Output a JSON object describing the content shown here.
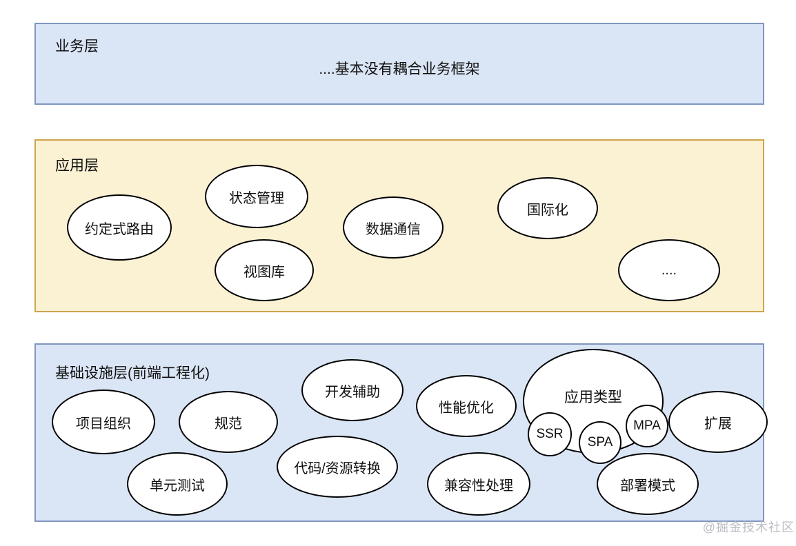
{
  "canvas": {
    "watermark": "@掘金技术社区"
  },
  "colors": {
    "blue_fill": "#dae5f5",
    "blue_border": "#8096c0",
    "yellow_fill": "#fbf1d3",
    "yellow_border": "#cfa44d",
    "node_fill": "#ffffff",
    "node_border": "#000000",
    "text": "#111111",
    "watermark": "#b5b8bf"
  },
  "layers": {
    "business": {
      "label": "业务层",
      "note": "....基本没有耦合业务框架"
    },
    "application": {
      "label": "应用层",
      "nodes": [
        {
          "label": "约定式路由"
        },
        {
          "label": "状态管理"
        },
        {
          "label": "视图库"
        },
        {
          "label": "数据通信"
        },
        {
          "label": "国际化"
        },
        {
          "label": "...."
        }
      ]
    },
    "infrastructure": {
      "label": "基础设施层(前端工程化)",
      "nodes": [
        {
          "label": "项目组织"
        },
        {
          "label": "规范"
        },
        {
          "label": "单元测试"
        },
        {
          "label": "开发辅助"
        },
        {
          "label": "代码/资源转换"
        },
        {
          "label": "性能优化"
        },
        {
          "label": "兼容性处理"
        },
        {
          "label": "应用类型"
        },
        {
          "label": "SSR"
        },
        {
          "label": "SPA"
        },
        {
          "label": "MPA"
        },
        {
          "label": "扩展"
        },
        {
          "label": "部署模式"
        }
      ]
    }
  }
}
